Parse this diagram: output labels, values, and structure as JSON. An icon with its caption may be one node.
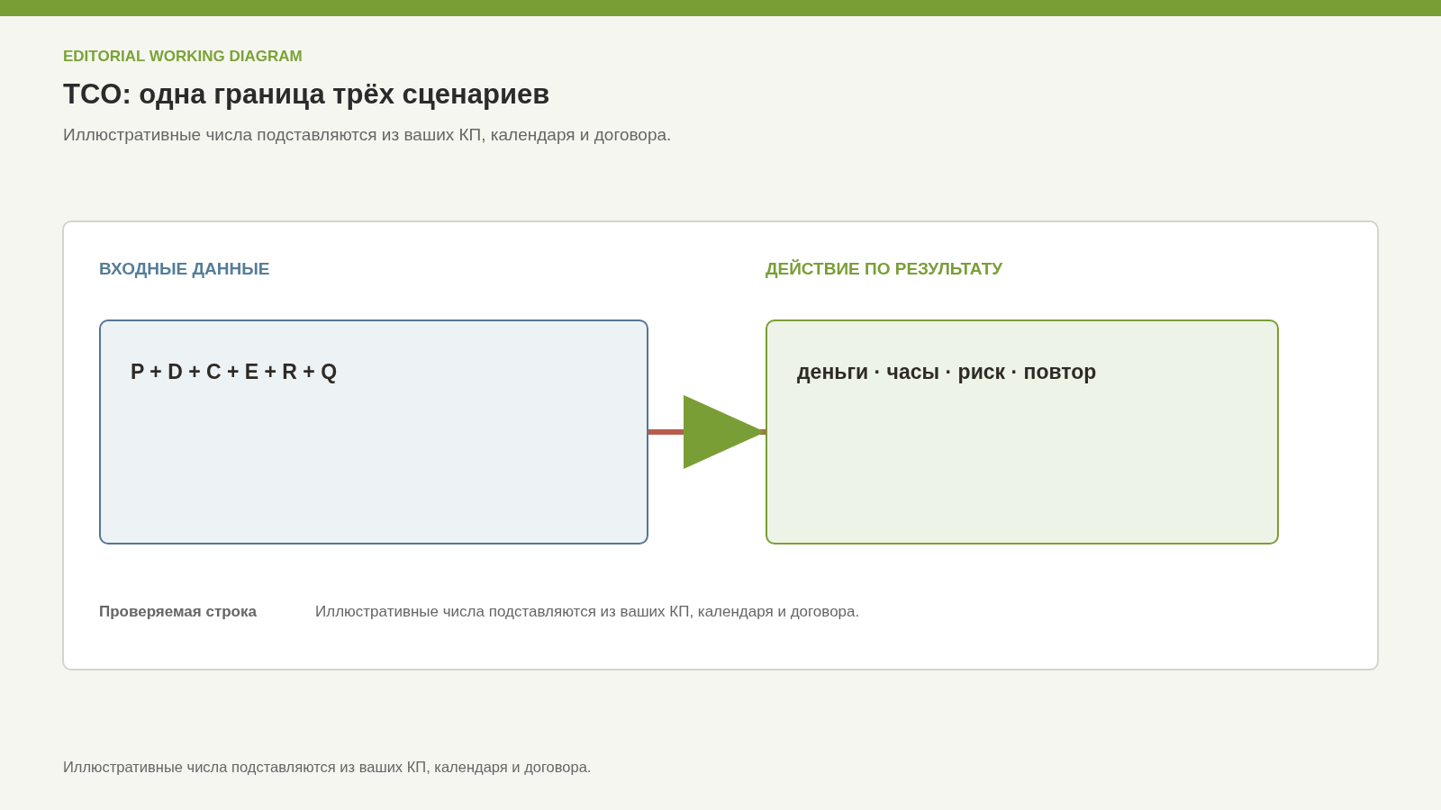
{
  "diagram": {
    "title": "TCO: одна граница трёх сценариев",
    "caption": "Иллюстративные числа подставляются из ваших КП, календаря и договора.",
    "nodes": [
      {
        "text": [
          "Проверяемая строка",
          "Иллюстративные числа подставляются из ваших КП, календаря и договора."
        ]
      },
      {
        "text": [
          "ВХОДНЫЕ ДАННЫЕ",
          "P + D + C + E + R + Q"
        ],
        "in": 0
      },
      {
        "text": [
          "ДЕЙСТВИЕ ПО РЕЗУЛЬТАТУ",
          "деньги · часы · риск · повтор"
        ],
        "in": 0
      }
    ],
    "edges": [
      {
        "from": 1,
        "to": 2,
        "arrow": "to",
        "color": "#b85c4c"
      }
    ],
    "labels": [
      "EDITORIAL WORKING DIAGRAM",
      "Иллюстративные числа подставляются из ваших КП, календаря и договора."
    ]
  }
}
